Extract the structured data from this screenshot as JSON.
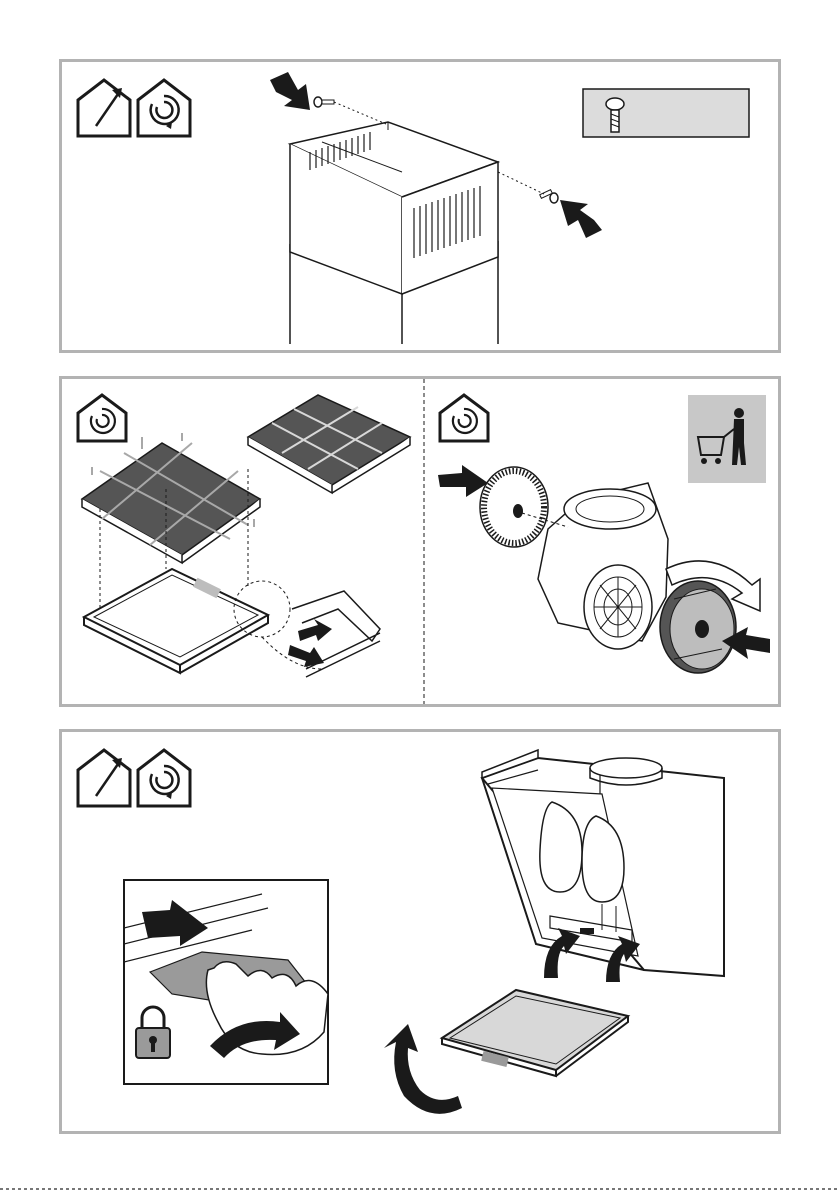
{
  "panels": [
    {
      "id": "chimney-fixing",
      "icons": [
        "ducted-mode-icon",
        "recirculation-mode-icon"
      ],
      "screw_callout_icon": "screw-icon"
    },
    {
      "id": "charcoal-filters",
      "left_icons": [
        "recirculation-mode-icon"
      ],
      "right_icons": [
        "recirculation-mode-icon"
      ],
      "purchase_icon": "shopping-cart-person-icon"
    },
    {
      "id": "grease-filter-removal",
      "icons": [
        "ducted-mode-icon",
        "recirculation-mode-icon"
      ],
      "lock_icon": "padlock-icon"
    }
  ],
  "colors": {
    "frame": "#b3b3b3",
    "line": "#1a1a1a",
    "filter_dark": "#555555",
    "callout_bg": "#dcdcdc"
  }
}
